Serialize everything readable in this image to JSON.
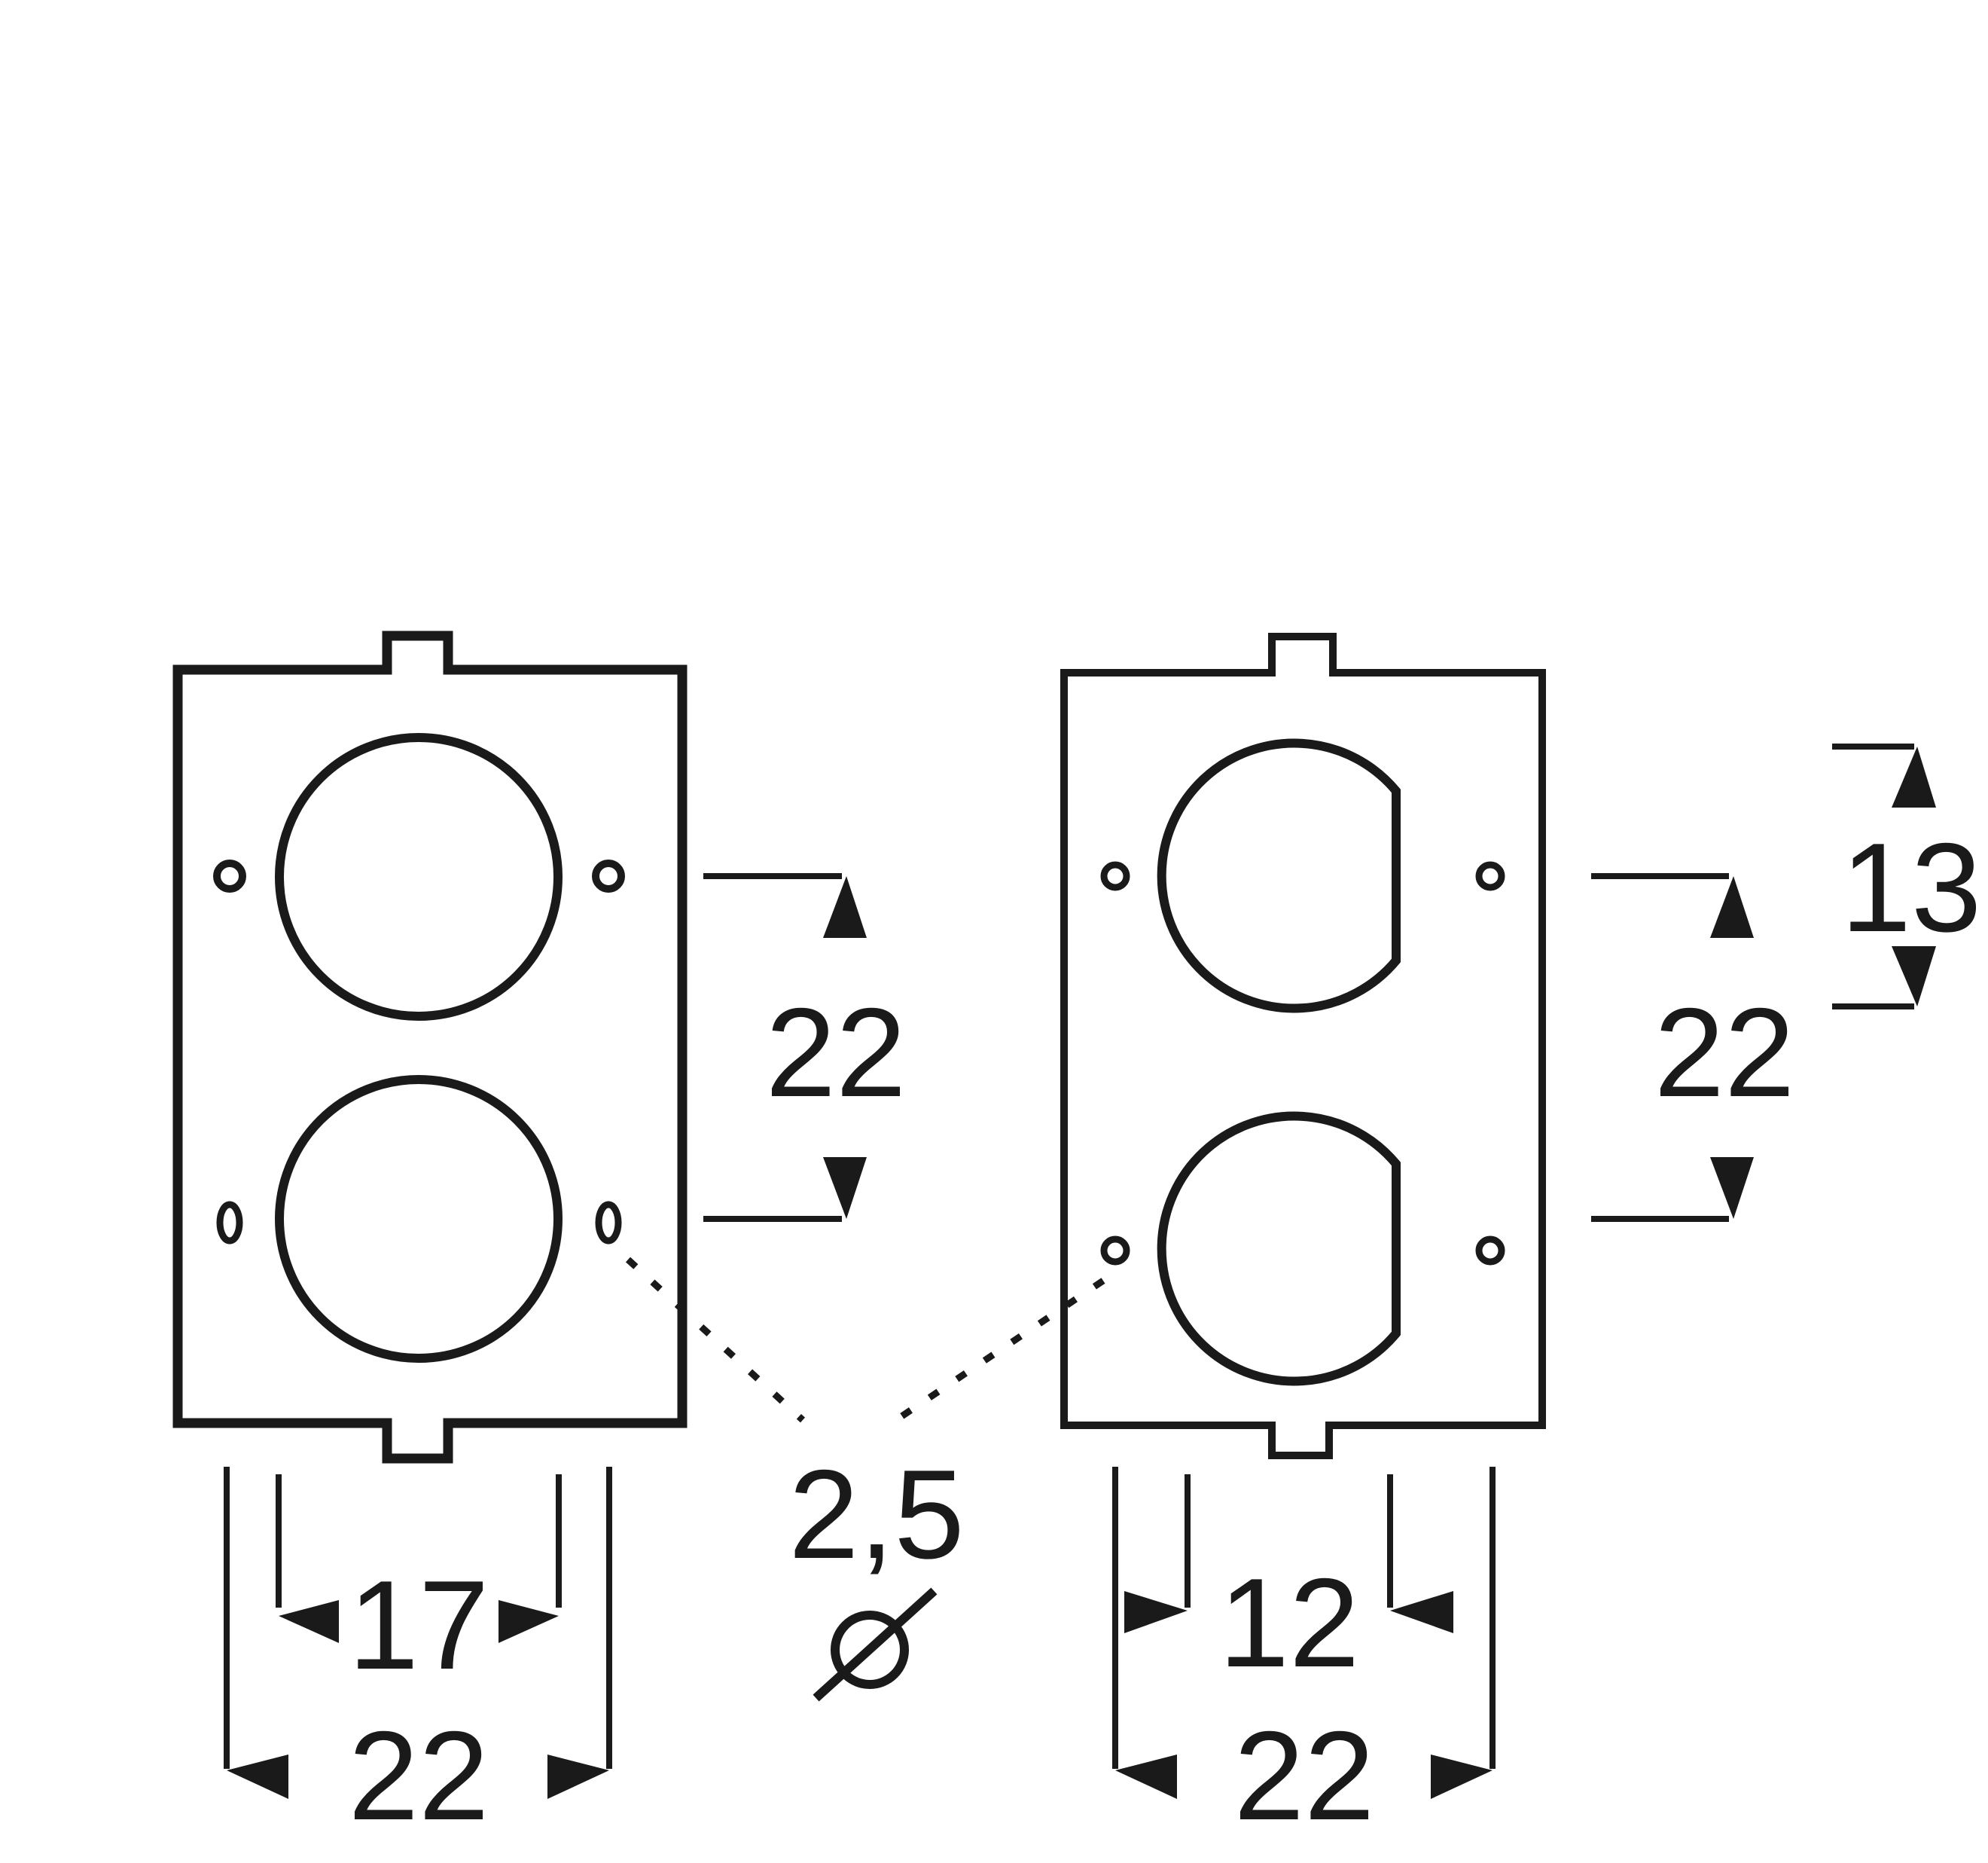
{
  "dimensions": {
    "left_plate": {
      "hole_pitch": "22",
      "inner_width": "17",
      "outer_width": "22"
    },
    "right_plate": {
      "hole_pitch": "22",
      "inner_width": "12",
      "outer_width": "22",
      "flat_depth": "13"
    },
    "screw_hole": {
      "diameter": "2,5",
      "diameter_symbol": "⌀"
    }
  }
}
